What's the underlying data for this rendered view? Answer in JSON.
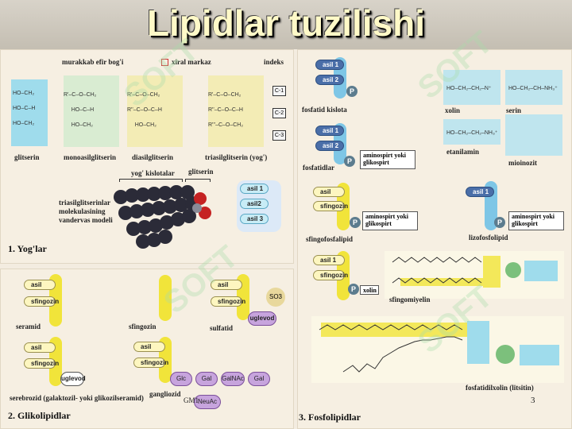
{
  "title": "Lipidlar tuzilishi",
  "page_number": "3",
  "watermark": "SOFT",
  "fats": {
    "header": "1. Yog'lar",
    "top_labels": {
      "ester": "murakkab efir bog'i",
      "chiral": "xiral markaz",
      "index": "indeks"
    },
    "compounds": [
      "glitserin",
      "monoasilglitserin",
      "diasilglitserin",
      "triasilglitserin (yog')"
    ],
    "indices": [
      "C-1",
      "C-2",
      "C-3"
    ],
    "acid_label": "yog' kislotalar",
    "glycerol_label": "glitserin",
    "model_caption": "triasilglitserinlar\nmolekulasining\nvandervas modeli",
    "chain_labels": [
      "asil 1",
      "asil2",
      "asil 3"
    ]
  },
  "glycolipids": {
    "header": "2. Glikolipidlar",
    "acyl": "asil",
    "sphingosine": "sfingozin",
    "carbohydrate": "uglevod",
    "sulfate": "SO3",
    "names": [
      "seramid",
      "sfingozin",
      "sulfatid",
      "serebrozid (galaktozil- yoki glikozilseramid)",
      "gangliozid"
    ],
    "sugars": [
      "Glc",
      "Gal",
      "GalNAc",
      "Gal",
      "NeuAc"
    ],
    "ganglio_index": "GM1"
  },
  "phospholipids": {
    "header": "3. Fosfolipidlar",
    "acyl1": "asil 1",
    "acyl2": "asil 2",
    "phosphate": "P",
    "names": [
      "fosfatid kislota",
      "fosfatidlar",
      "sfingofosfalipid",
      "lizofosfolipid",
      "sfingomiyelin",
      "fosfatidilxolin (litsitin)"
    ],
    "amino_alcohol": "aminospirt yoki\nglikospirt",
    "head_groups": [
      "xolin",
      "serin",
      "etanilamin",
      "mioinozit"
    ],
    "choline": "xolin",
    "acyl": "asil",
    "acyl_one": "asil 1",
    "sphingosine": "sfingozin"
  }
}
